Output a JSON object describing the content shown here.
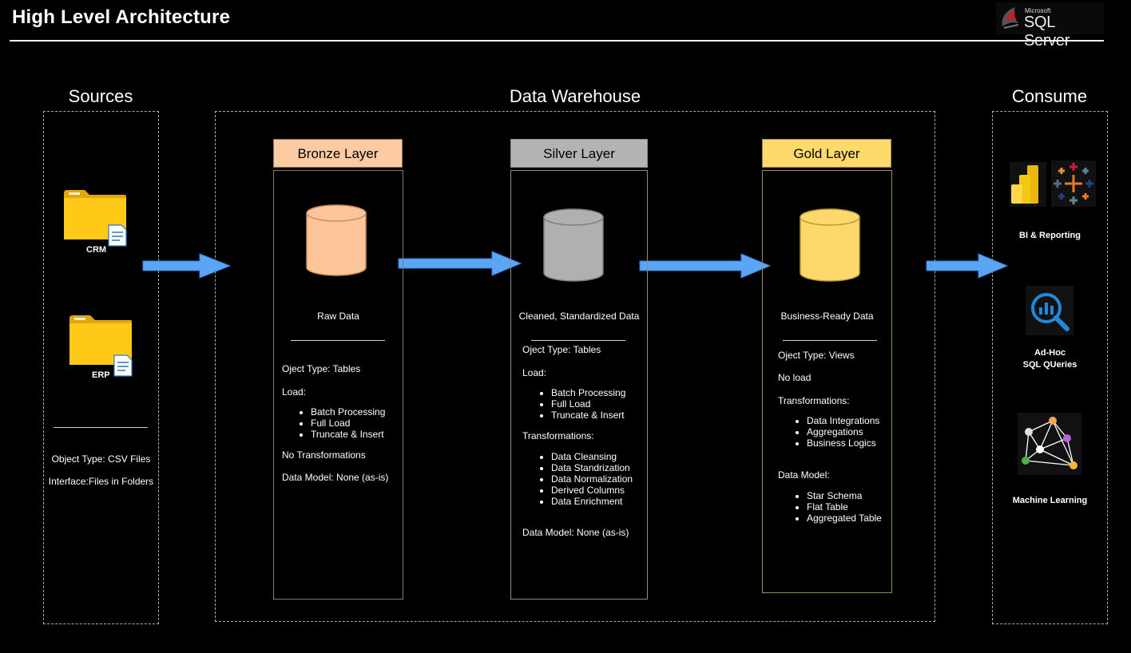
{
  "header": {
    "title": "High Level Architecture",
    "logo_brand": "Microsoft",
    "logo_product": "SQL Server"
  },
  "sections": {
    "sources": "Sources",
    "warehouse": "Data Warehouse",
    "consume": "Consume"
  },
  "sources": {
    "crm": "CRM",
    "erp": "ERP",
    "object_type": "Object Type: CSV Files",
    "interface": "Interface:Files in Folders"
  },
  "bronze": {
    "title": "Bronze Layer",
    "caption": "Raw Data",
    "object_type": "Oject Type:  Tables",
    "load_label": "Load:",
    "load_items": [
      "Batch Processing",
      "Full Load",
      "Truncate & Insert"
    ],
    "transformations": "No Transformations",
    "data_model": "Data Model: None (as-is)"
  },
  "silver": {
    "title": "Silver Layer",
    "caption": "Cleaned, Standardized Data",
    "object_type": "Oject Type:  Tables",
    "load_label": "Load:",
    "load_items": [
      "Batch Processing",
      "Full Load",
      "Truncate & Insert"
    ],
    "transformations_label": "Transformations:",
    "transformation_items": [
      "Data Cleansing",
      "Data Standrization",
      "Data Normalization",
      "Derived Columns",
      "Data Enrichment"
    ],
    "data_model": "Data Model: None (as-is)"
  },
  "gold": {
    "title": "Gold Layer",
    "caption": "Business-Ready Data",
    "object_type": "Oject Type:  Views",
    "load": "No load",
    "transformations_label": "Transformations:",
    "transformation_items": [
      "Data Integrations",
      "Aggregations",
      "Business Logics"
    ],
    "data_model_label": "Data Model:",
    "data_model_items": [
      "Star Schema",
      "Flat Table",
      "Aggregated Table"
    ]
  },
  "consume": {
    "bi": "BI & Reporting",
    "adhoc_line1": "Ad-Hoc",
    "adhoc_line2": "SQL QUeries",
    "ml": "Machine Learning"
  },
  "colors": {
    "bronze_head": "#fdcba2",
    "bronze_cyl": "#fcc69a",
    "bronze_border": "#8a7560",
    "silver_head": "#b3b3b3",
    "silver_cyl": "#b0b0b0",
    "silver_border": "#8c8c8c",
    "gold_head": "#fed96b",
    "gold_cyl": "#fed86a",
    "gold_border": "#9c8b57",
    "arrow": "#5aa5f5",
    "folder": "#ffc917"
  },
  "icons": [
    "folder-icon",
    "document-icon",
    "database-cylinder-icon",
    "arrow-right-icon",
    "powerbi-icon",
    "tableau-icon",
    "analytics-search-icon",
    "machine-learning-network-icon",
    "sql-server-logo-icon"
  ]
}
